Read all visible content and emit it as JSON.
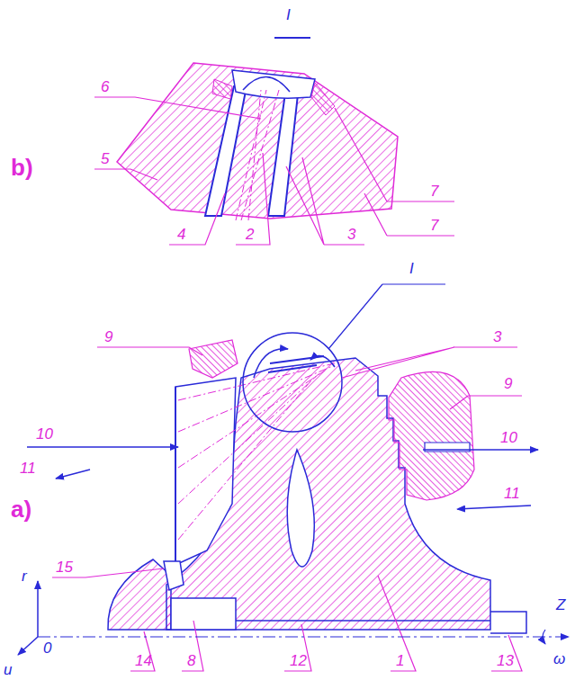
{
  "diagram": {
    "labels": [
      "I",
      "6",
      "5",
      "7",
      "7",
      "b)",
      "4",
      "2",
      "3",
      "I",
      "9",
      "3",
      "10",
      "11",
      "9",
      "10",
      "a)",
      "15",
      "r",
      "11",
      "Z",
      "0",
      "ω",
      "u",
      "14",
      "8",
      "12",
      "1",
      "13"
    ]
  }
}
